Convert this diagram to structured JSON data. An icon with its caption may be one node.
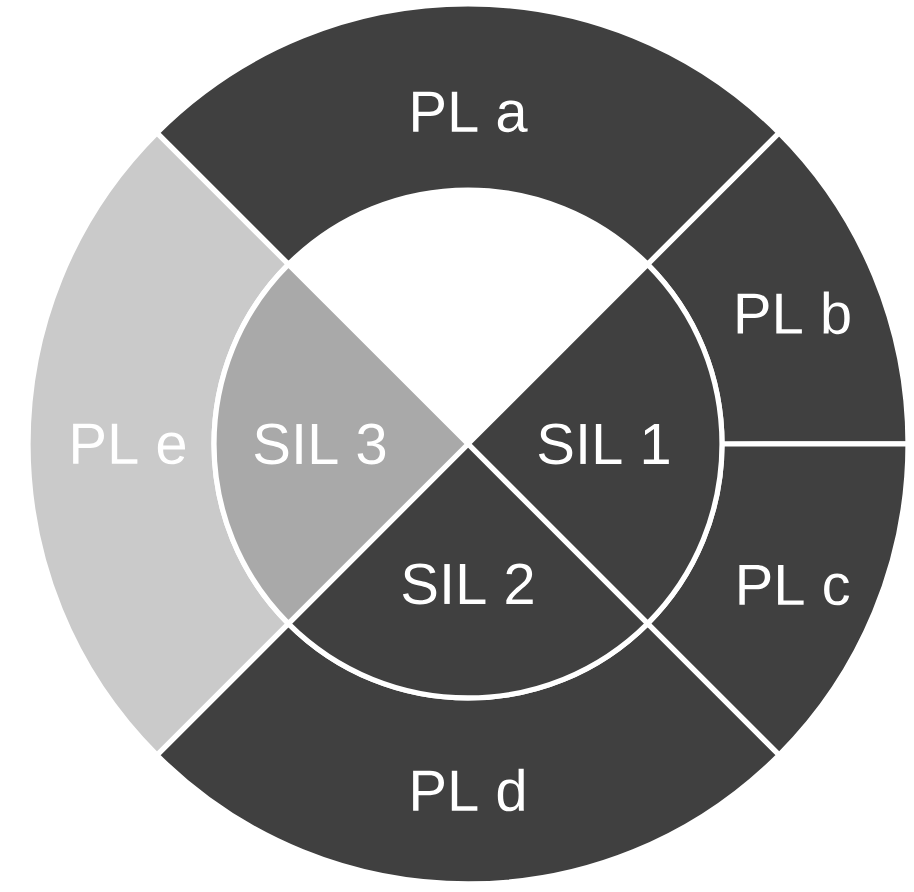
{
  "diagram": {
    "nodes": [
      {
        "text": [
          "PL a"
        ]
      },
      {
        "text": [
          "PL b"
        ]
      },
      {
        "text": [
          "PL c"
        ]
      },
      {
        "text": [
          "PL d"
        ]
      },
      {
        "text": [
          "PL e"
        ]
      },
      {
        "text": [
          "SIL 1"
        ]
      },
      {
        "text": [
          "SIL 2"
        ]
      },
      {
        "text": [
          "SIL 3"
        ]
      }
    ]
  }
}
